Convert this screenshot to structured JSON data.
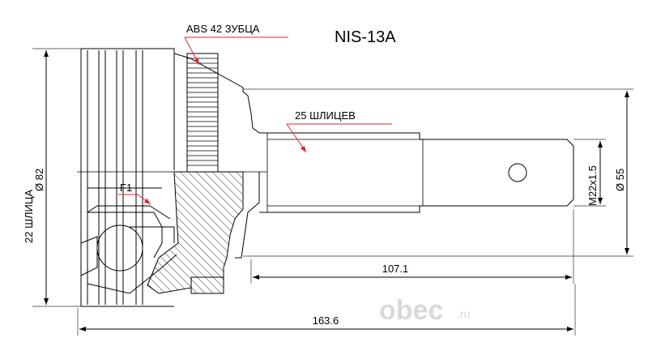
{
  "part_number": "NIS-13A",
  "labels": {
    "abs": "ABS 42 ЗУБЦА",
    "splines_shaft": "25 ШЛИЦЕВ",
    "f1": "F1",
    "splines_housing": "22 ШЛИЦА",
    "housing_diameter": "Ø 82",
    "thread": "M22x1.5",
    "shaft_diameter": "Ø 55"
  },
  "dimensions": {
    "shaft_length": "107.1",
    "overall_length": "163.6"
  },
  "watermark": {
    "brand": "obec",
    "domain": ".ru"
  },
  "colors": {
    "leader": "#e0262a",
    "line": "#000000",
    "watermark": "#d9d9d9"
  }
}
